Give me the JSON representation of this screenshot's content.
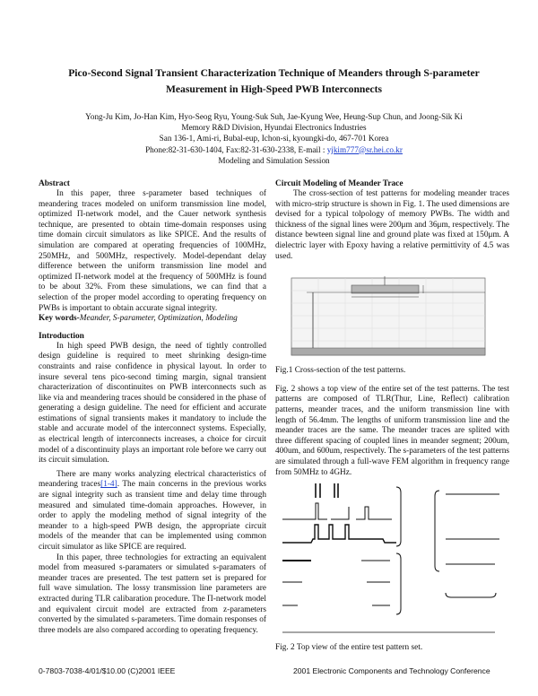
{
  "title": {
    "line1": "Pico-Second Signal Transient Characterization Technique of Meanders through S-parameter",
    "line2": "Measurement in High-Speed PWB Interconnects"
  },
  "authors": {
    "names": "Yong-Ju Kim, Jo-Han Kim, Hyo-Seog Ryu, Young-Suk Suh, Jae-Kyung Wee, Heung-Sup Chun, and Joong-Sik Ki",
    "affiliation": "Memory R&D Division, Hyundai Electronics Industries",
    "address": "San 136-1, Ami-ri, Bubal-eup, Ichon-si, kyoungki-do, 467-701 Korea",
    "contact": "Phone:82-31-630-1404, Fax:82-31-630-2338, E-mail : ",
    "email": "yjkim777@sr.hei.co.kr",
    "session": "Modeling and Simulation Session"
  },
  "abstract": {
    "heading": "Abstract",
    "text": "In this paper, three s-parameter based techniques of meandering traces modeled on uniform transmission line model, optimized Π-network model, and the Cauer network synthesis technique, are presented to obtain time-domain responses using time domain circuit simulators as like SPICE. And the results of simulation are compared at operating frequencies of 100MHz, 250MHz, and 500MHz, respectively. Model-dependant delay difference between the uniform transmission line model and optimized Π-network model at the frequency of 500MHz is found to be about 32%. From these simulations, we can find that a selection of the proper model according to operating frequency on PWBs is important to obtain accurate signal integrity.",
    "keywords_label": "Key words-",
    "keywords": "Meander, S-parameter, Optimization, Modeling"
  },
  "introduction": {
    "heading": "Introduction",
    "p1": "In high speed PWB design, the need of tightly controlled design guideline is required to meet shrinking design-time constraints and raise confidence in physical layout. In order to insure several tens pico-second timing margin, signal transient characterization of discontinuites on PWB interconnects such as like via and meandering traces should be considered in the phase of generating a design guideline. The need for efficient and accurate estimations of signal transients makes it mandatory to include the stable and accurate model of the interconnect systems. Especially, as electrical length of interconnects increases, a choice for circuit model of a discontinuity plays an important role before we carry out its circuit simulation.",
    "p2_a": "There are many works analyzing electrical characteristics of meandering traces",
    "p2_ref": "[1-4]",
    "p2_b": ". The main concerns in the previous works are signal integrity such as transient time and delay time through measured and simulated time-domain approaches. However, in order to apply the modeling method of signal integrity of the meander to a high-speed PWB design, the appropriate circuit models of the meander that can be implemented using common circuit simulator as like SPICE are required.",
    "p3": "In this paper, three technologies for extracting an equivalent model from measured s-paramaters or simulated s-paramaters of meander traces are presented. The test pattern set is prepared for full wave simulation. The lossy transmission line parameters are extracted during TLR calibaration procedure. The Π-network model and equivalent circuit model are extracted from z-parameters converted by the simulated s-parameters. Time domain responses of three models are also compared according to operating frequency."
  },
  "circuit_modeling": {
    "heading": "Circuit Modeling of Meander Trace",
    "p1": "The cross-section of test patterns for modeling meander traces with micro-strip structure is shown in Fig. 1. The used dimensions are devised for a typical tolpology of memory PWBs. The width and thickness of the signal lines were 200μm and 36μm, respectively. The distance bewteen signal line and ground plate was fixed at 150μm. A dielectric layer with Epoxy having a relative permittivity of 4.5 was used.",
    "fig1_caption": "Fig.1 Cross-section of the test patterns.",
    "p2": "Fig. 2 shows a top view of the entire set of the test patterns. The test patterns are composed of TLR(Thur, Line, Reflect) calibration patterns, meander traces, and the uniform transmission line with length of 56.4mm. The lengths of uniform transmission line and the meander traces are the same. The meander traces are splited with three different spacing of coupled lines in meander segment; 200um, 400um, and 600um, respectively. The s-parameters of the test patterns are simulated through a full-wave FEM algorithm in frequency range from 50MHz to 4GHz.",
    "fig2_caption": "Fig. 2 Top view of the entire test pattern set."
  },
  "footer": {
    "left": "0-7803-7038-4/01/$10.00 (C)2001 IEEE",
    "right": "2001 Electronic Components and Technology Conference"
  }
}
